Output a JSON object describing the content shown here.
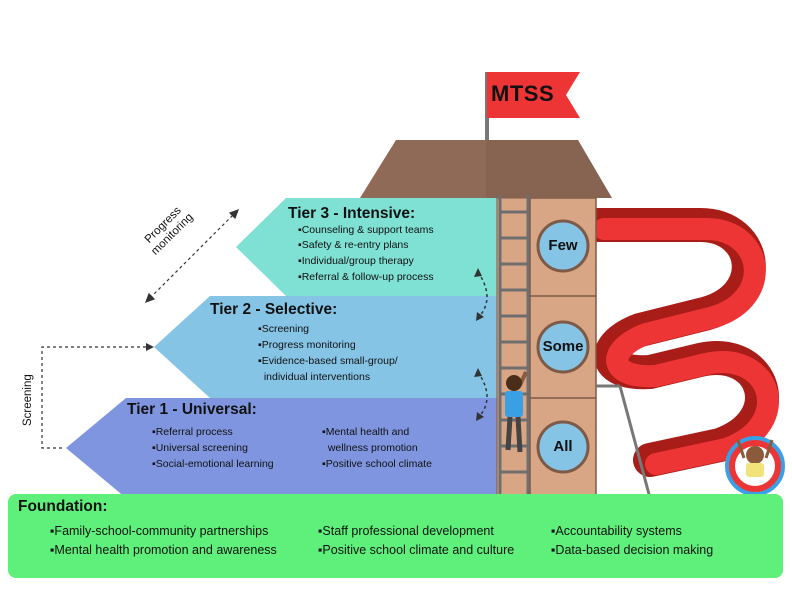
{
  "flag": {
    "label": "MTSS",
    "color": "#ee3536"
  },
  "tiers": [
    {
      "title": "Tier 3 - Intensive:",
      "color": "#7fe0d4",
      "bullets": [
        "▪Counseling & support teams",
        "▪Safety & re-entry plans",
        "▪Individual/group therapy",
        "▪Referral & follow-up process"
      ]
    },
    {
      "title": "Tier 2 - Selective:",
      "color": "#86c4e6",
      "bullets": [
        "▪Screening",
        "▪Progress monitoring",
        "▪Evidence-based small-group/",
        "  individual interventions"
      ]
    },
    {
      "title": "Tier 1 - Universal:",
      "color": "#7f95e0",
      "bullets_left": [
        "▪Referral process",
        "▪Universal screening",
        "▪Social-emotional learning"
      ],
      "bullets_right": [
        "▪Mental health and",
        "  wellness promotion",
        "▪Positive school climate"
      ]
    }
  ],
  "circles": [
    "Few",
    "Some",
    "All"
  ],
  "side_labels": {
    "progress_line1": "Progress",
    "progress_line2": "monitoring",
    "screening": "Screening"
  },
  "foundation": {
    "title": "Foundation:",
    "color": "#5ef07a",
    "col1": [
      "▪Family-school-community partnerships",
      "▪Mental health promotion and awareness"
    ],
    "col2": [
      "▪Staff professional development",
      "▪Positive school climate and culture"
    ],
    "col3": [
      "▪Accountability systems",
      "▪Data-based decision making"
    ]
  },
  "colors": {
    "roof": "#8e6a57",
    "tower": "#d9a685",
    "slide": "#ee3536",
    "slide_dark": "#a81d18"
  },
  "icons": [
    "flag-icon",
    "ladder-icon",
    "child-climbing-icon",
    "slide-icon",
    "child-sliding-icon"
  ]
}
